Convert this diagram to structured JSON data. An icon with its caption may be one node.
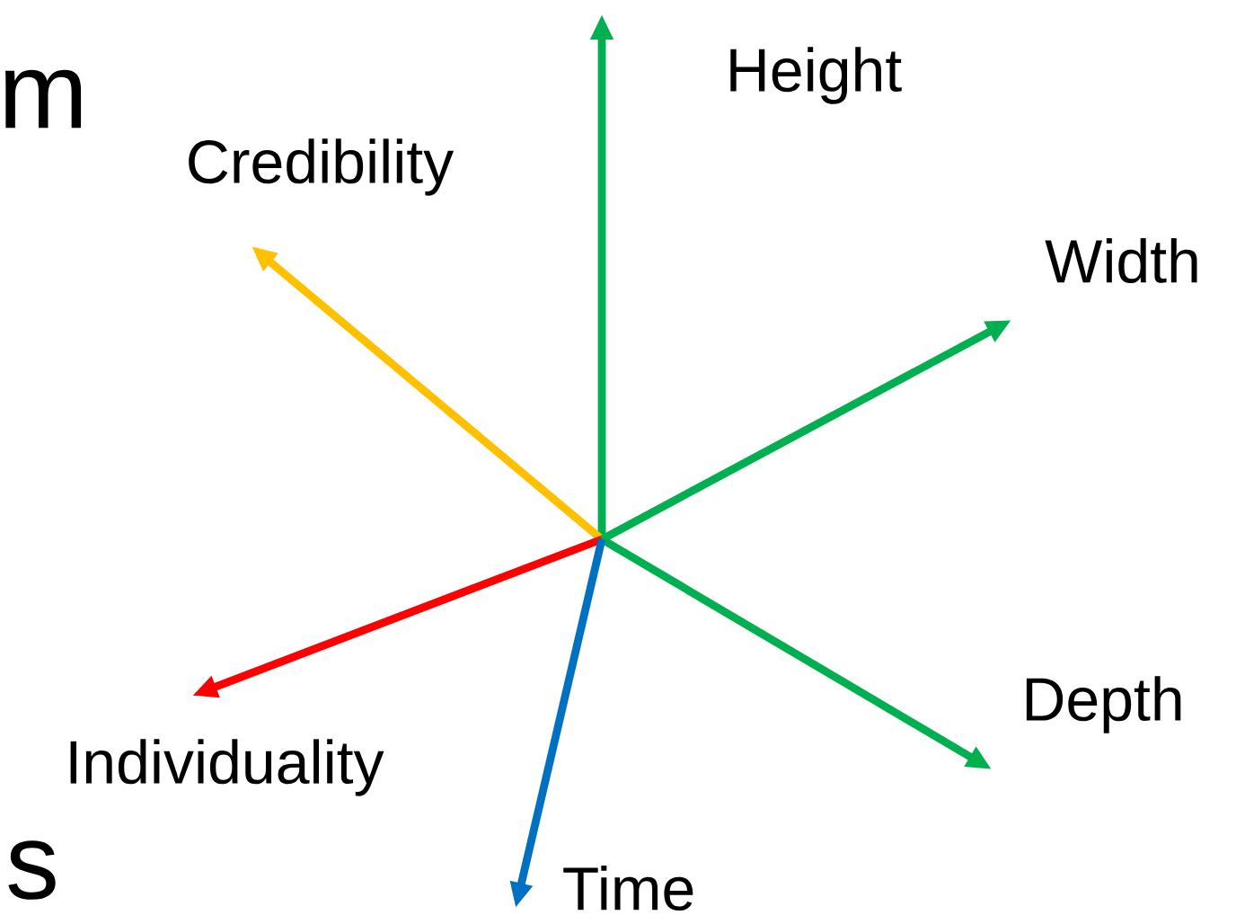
{
  "diagram": {
    "nodes": [
      {
        "text": [
          "Height"
        ]
      },
      {
        "text": [
          "Credibility"
        ]
      },
      {
        "text": [
          "Width"
        ]
      },
      {
        "text": [
          "Depth"
        ]
      },
      {
        "text": [
          "Individuality"
        ]
      },
      {
        "text": [
          "Time"
        ]
      }
    ],
    "edges": [
      {
        "from": null,
        "to": 0,
        "arrow": "to"
      },
      {
        "from": null,
        "to": 1,
        "arrow": "to",
        "color": "#ffc000"
      },
      {
        "from": null,
        "to": 2,
        "arrow": "to"
      },
      {
        "from": null,
        "to": 3,
        "arrow": "to"
      },
      {
        "from": null,
        "to": 4,
        "arrow": "to",
        "color": "#ff0000"
      },
      {
        "from": null,
        "to": 5,
        "arrow": "to",
        "color": "#0070c0"
      }
    ],
    "labels": [
      "m",
      "s"
    ]
  }
}
